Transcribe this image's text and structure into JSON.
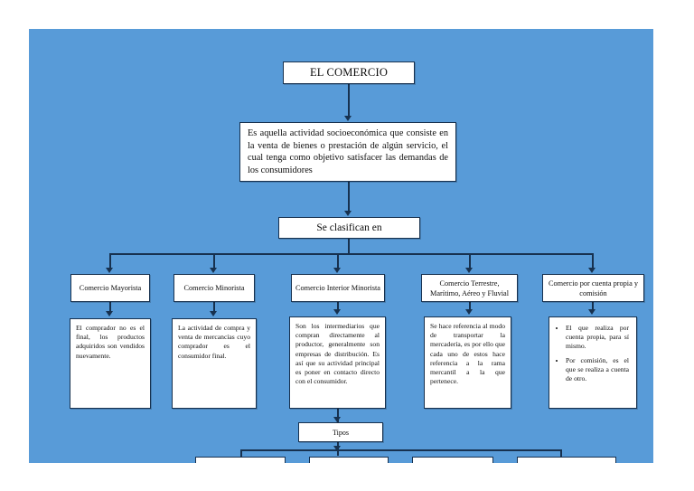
{
  "document": {
    "background_color": "#589bd8",
    "box_border_color": "#17314f",
    "box_fill_color": "#ffffff"
  },
  "diagram": {
    "type": "concept-map",
    "title": "EL COMERCIO",
    "definition": "Es aquella actividad socioeconómica que consiste en la venta de bienes o prestación de algún servicio, el cual tenga como objetivo satisfacer las demandas de los consumidores",
    "classifier_label": "Se clasifican en",
    "branches": [
      {
        "header": "Comercio Mayorista",
        "body": "El comprador no es el final, los productos adquiridos son vendidos nuevamente."
      },
      {
        "header": "Comercio Minorista",
        "body": "La actividad de compra y venta de mercancías cuyo comprador es el consumidor final."
      },
      {
        "header": "Comercio Interior Minorista",
        "body": "Son los intermediarios que compran directamente al productor, generalmente son empresas de distribución. Es así que su actividad principal es poner en contacto directo con el consumidor."
      },
      {
        "header": "Comercio Terrestre, Marítimo, Aéreo y Fluvial",
        "body": "Se hace referencia al modo de transportar la mercadería, es por ello que cada uno de estos hace referencia a la rama mercantil a la que pertenece."
      },
      {
        "header": "Comercio por cuenta propia y comisión",
        "body": "",
        "bullets": [
          "El que realiza por cuenta propia, para sí mismo.",
          "Por comisión, es el que se realiza a cuenta de otro."
        ]
      }
    ],
    "types_label": "Tipos",
    "bottom_boxes": [
      "",
      "",
      "",
      ""
    ]
  }
}
